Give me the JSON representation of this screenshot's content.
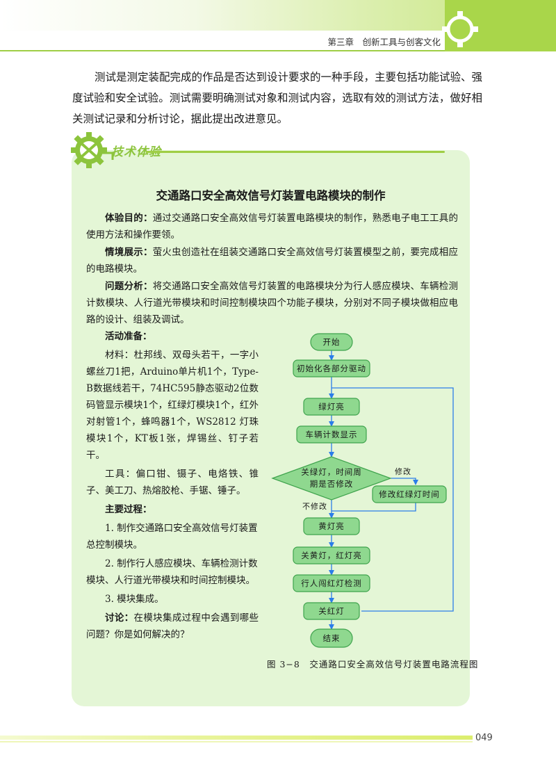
{
  "header": {
    "chapter": "第三章　创新工具与创客文化"
  },
  "intro": "测试是测定装配完成的作品是否达到设计要求的一种手段，主要包括功能试验、强度试验和安全试验。测试需要明确测试对象和测试内容，选取有效的测试方法，做好相关测试记录和分析讨论，据此提出改进意见。",
  "section": {
    "badge": "技术体验",
    "title": "交通路口安全高效信号灯装置电路模块的制作",
    "goal": {
      "label": "体验目的：",
      "text": "通过交通路口安全高效信号灯装置电路模块的制作，熟悉电子电工工具的使用方法和操作要领。"
    },
    "context": {
      "label": "情境展示：",
      "text": "萤火虫创造社在组装交通路口安全高效信号灯装置模型之前，要完成相应的电路模块。"
    },
    "analysis": {
      "label": "问题分析：",
      "text": "将交通路口安全高效信号灯装置的电路模块分为行人感应模块、车辆检测计数模块、人行道光带模块和时间控制模块四个功能子模块，分别对不同子模块做相应电路的设计、组装及调试。"
    },
    "prep": {
      "heading": "活动准备：",
      "materials": "材料：杜邦线、双母头若干，一字小螺丝刀1把，Arduino单片机1个，Type-B数据线若干，74HC595静态驱动2位数码管显示模块1个，红绿灯模块1个，红外对射管1个，蜂鸣器1个，WS2812 灯珠模块1个，KT板1张，焊锡丝、钉子若干。",
      "tools": "工具：偏口钳、镊子、电烙铁、锥子、美工刀、热熔胶枪、手锯、锤子。"
    },
    "process": {
      "heading": "主要过程：",
      "steps": [
        "1. 制作交通路口安全高效信号灯装置总控制模块。",
        "2. 制作行人感应模块、车辆检测计数模块、人行道光带模块和时间控制模块。",
        "3. 模块集成。"
      ]
    },
    "discussion": {
      "label": "讨论：",
      "text": "在模块集成过程中会遇到哪些问题？你是如何解决的？"
    }
  },
  "flowchart": {
    "start": "开始",
    "init": "初始化各部分驱动",
    "green_on": "绿灯亮",
    "count_display": "车辆计数显示",
    "decision_line1": "关绿灯，时间周",
    "decision_line2": "期是否修改",
    "yes_label": "修改",
    "no_label": "不修改",
    "modify": "修改红绿灯时间",
    "yellow_on": "黄灯亮",
    "yellow_off_red_on": "关黄灯，红灯亮",
    "ped_check": "行人闯红灯检测",
    "red_off": "关红灯",
    "end": "结束",
    "caption": "图 3−8　交通路口安全高效信号灯装置电路流程图"
  },
  "footer": {
    "page_number": "049"
  },
  "colors": {
    "node_fill": "#8fd88f",
    "node_stroke": "#3fa34d",
    "arrow": "#2b7de9",
    "panel": "#e4f6d6",
    "accent": "#9fce45"
  }
}
